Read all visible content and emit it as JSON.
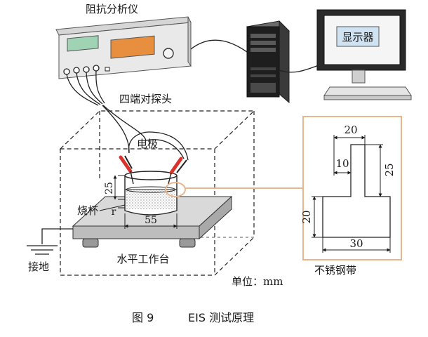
{
  "labels": {
    "impedance_analyzer": "阻抗分析仪",
    "probe": "四端对探头",
    "monitor_screen": "显示器",
    "electrode": "电极",
    "beaker": "烧杯",
    "ground": "接地",
    "platform": "水平工作台",
    "steel_strip": "不锈钢带",
    "unit": "单位：mm"
  },
  "dimensions": {
    "beaker_height": "25",
    "beaker_inner_mark": "r",
    "beaker_width": "55",
    "strip_top_width": "20",
    "strip_left_offset": "10",
    "strip_tab_height": "25",
    "strip_base_height": "20",
    "strip_base_width": "30"
  },
  "caption": {
    "figure_number": "图 9",
    "title": "EIS 测试原理"
  },
  "colors": {
    "accent_orange": "#e9b58c",
    "line": "#1a1a1a",
    "electrode_red": "#d9342b"
  }
}
